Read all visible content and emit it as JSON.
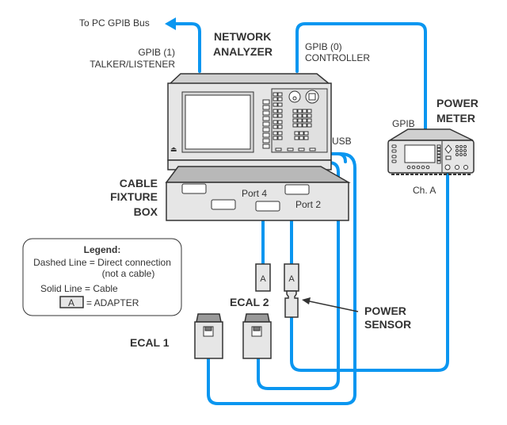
{
  "colors": {
    "cable": "#0a96f0",
    "device_fill": "#e6e6e6",
    "device_top": "#b8b8b8",
    "outline": "#333333",
    "text": "#333333"
  },
  "labels": {
    "to_pc": "To PC GPIB Bus",
    "gpib1_line1": "GPIB (1)",
    "gpib1_line2": "TALKER/LISTENER",
    "na_line1": "NETWORK",
    "na_line2": "ANALYZER",
    "gpib0_line1": "GPIB (0)",
    "gpib0_line2": "CONTROLLER",
    "pm_line1": "POWER",
    "pm_line2": "METER",
    "pm_gpib": "GPIB",
    "usb": "USB",
    "ch_a": "Ch. A",
    "cfb_line1": "CABLE",
    "cfb_line2": "FIXTURE",
    "cfb_line3": "BOX",
    "port4": "Port 4",
    "port2": "Port 2",
    "ecal1": "ECAL 1",
    "ecal2": "ECAL 2",
    "ps_line1": "POWER",
    "ps_line2": "SENSOR",
    "adapter_letter": "A"
  },
  "legend": {
    "title": "Legend:",
    "dashed_line": "Dashed Line = Direct connection",
    "dashed_line_cont": "(not a cable)",
    "solid_line": "Solid Line = Cable",
    "adapter_key": "A",
    "adapter_desc": "= ADAPTER"
  }
}
